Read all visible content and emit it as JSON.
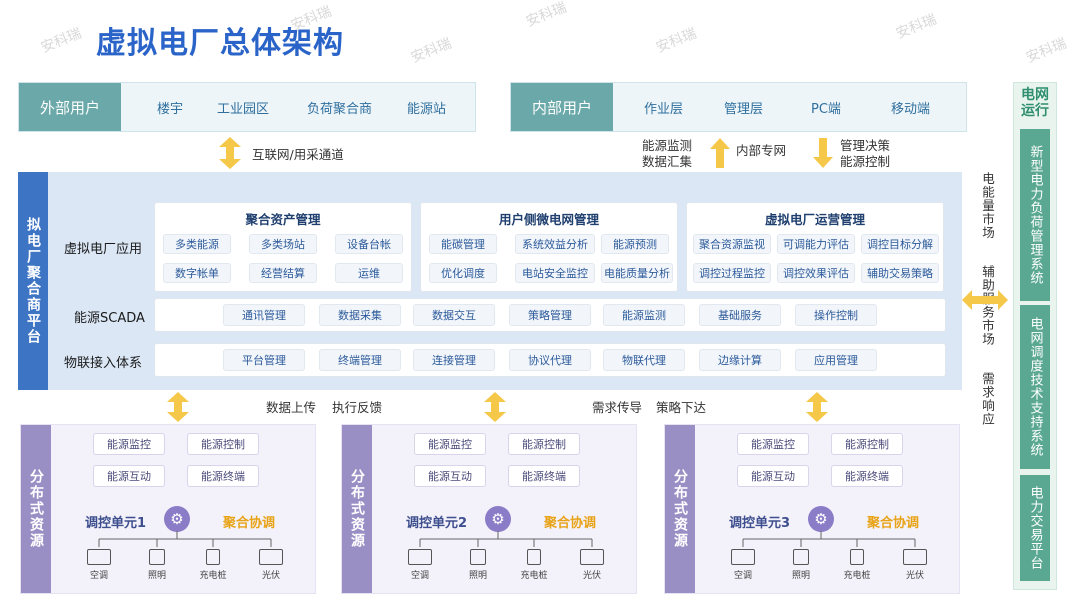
{
  "title": "虚拟电厂总体架构",
  "watermark": "安科瑞",
  "external": {
    "label": "外部用户",
    "items": [
      "楼宇",
      "工业园区",
      "负荷聚合商",
      "能源站"
    ]
  },
  "internal": {
    "label": "内部用户",
    "items": [
      "作业层",
      "管理层",
      "PC端",
      "移动端"
    ]
  },
  "links": {
    "internet": "互联网/用采通道",
    "monitor1": "能源监测",
    "monitor2": "数据汇集",
    "private": "内部专网",
    "decision1": "管理决策",
    "decision2": "能源控制"
  },
  "platform": {
    "label": "拟电厂聚合商平台",
    "app_label": "虚拟电厂应用",
    "cards": [
      {
        "title": "聚合资产管理",
        "items": [
          "多类能源",
          "多类场站",
          "设备台帐",
          "数字帐单",
          "经营结算",
          "运维"
        ]
      },
      {
        "title": "用户侧微电网管理",
        "items": [
          "能碳管理",
          "系统效益分析",
          "能源预测",
          "优化调度",
          "电站安全监控",
          "电能质量分析"
        ]
      },
      {
        "title": "虚拟电厂运营管理",
        "items": [
          "聚合资源监视",
          "可调能力评估",
          "调控目标分解",
          "调控过程监控",
          "调控效果评估",
          "辅助交易策略"
        ]
      }
    ],
    "scada": {
      "label": "能源SCADA",
      "items": [
        "通讯管理",
        "数据采集",
        "数据交互",
        "策略管理",
        "能源监测",
        "基础服务",
        "操作控制"
      ]
    },
    "iot": {
      "label": "物联接入体系",
      "items": [
        "平台管理",
        "终端管理",
        "连接管理",
        "协议代理",
        "物联代理",
        "边缘计算",
        "应用管理"
      ]
    }
  },
  "middle_text": {
    "upload": "数据上传",
    "feedback": "执行反馈",
    "demand": "需求传导",
    "strategy": "策略下达"
  },
  "distributed": {
    "label": "分布式资源",
    "cells": [
      "能源监控",
      "能源控制",
      "能源互动",
      "能源终端"
    ],
    "agg": "聚合协调",
    "units": [
      "调控单元1",
      "调控单元2",
      "调控单元3"
    ],
    "devices": [
      "空调",
      "照明",
      "充电桩",
      "光伏"
    ]
  },
  "market": {
    "energy": "电能量市场",
    "aux": "辅助服务市场",
    "demand": "需求响应"
  },
  "grid": {
    "label": "电网运行",
    "items": [
      "新型电力负荷管理系统",
      "电网调度技术支持系统",
      "电力交易平台"
    ]
  },
  "colors": {
    "title": "#2a64c8",
    "user": "#6aa8a9",
    "platform": "#3e74c4",
    "distributed": "#9a8fc4",
    "grid": "#5aa892",
    "arrow": "#f5c84a"
  }
}
